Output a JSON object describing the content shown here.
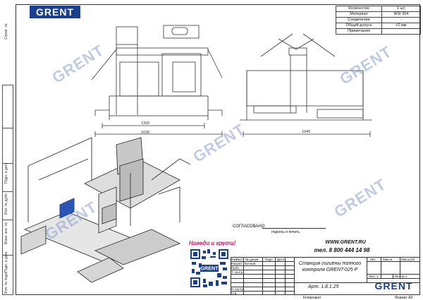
{
  "brand": "GRENT",
  "spec_table": [
    {
      "k": "Количество",
      "v": "1 шт."
    },
    {
      "k": "Материал",
      "v": "AISI 304"
    },
    {
      "k": "Соединение",
      "v": "-"
    },
    {
      "k": "Общий допуск",
      "v": "±2 мм"
    },
    {
      "k": "Примечания",
      "v": ""
    }
  ],
  "dimensions": {
    "w1": "1300",
    "w2": "1636",
    "w3": "1940"
  },
  "agreed": "СОГЛАСОВАНО",
  "sign": "подпись и печать",
  "website": "WWW.GRENT.RU",
  "phone": "тел. 8 800 444 14 98",
  "promo": "Наведи и крути!",
  "title_block": {
    "izm": "Изм",
    "list": "Лист",
    "doc": "№ докум.",
    "podp": "Подп",
    "data": "Дата",
    "razrab": "Разраб.",
    "razrab_name": "Бычков",
    "prov": "Пров.",
    "tkontr": "Т. контр.",
    "nkontr": "Н. контр.",
    "utv": "Утв.",
    "title": "Станция гигиены полного контроля GRENT-025 Р",
    "art": "Арт. 1.8.1.25",
    "lit": "Лит.",
    "massa": "Масса",
    "masshtab": "Масштаб",
    "list1": "Лист 1",
    "listov": "Листов 1"
  },
  "footer": {
    "copy": "Копировал",
    "format": "Формат А3"
  },
  "side": {
    "s1": "Справ. №",
    "s2": "Подп. и дата",
    "s3": "Инв. № дубл.",
    "s4": "Взам. инв. №",
    "s5": "Подп. и дата",
    "s6": "Инв. № подл."
  }
}
